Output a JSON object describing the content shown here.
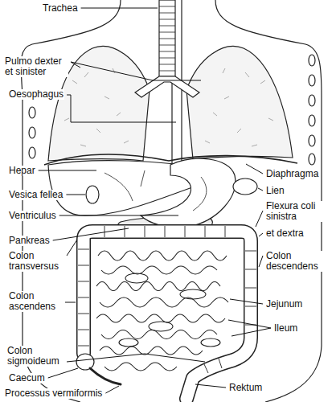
{
  "diagram": {
    "labels": [
      "Trachea",
      "Pulmo dexter et sinister",
      "Oesophagus",
      "Hepar",
      "Vesica fellea",
      "Ventriculus",
      "Pankreas",
      "Colon transversus",
      "Colon ascendens",
      "Colon sigmoideum",
      "Caecum",
      "Processus vermiformis",
      "Diaphragma",
      "Lien",
      "Flexura coli sinistra",
      "et dextra",
      "Colon descendens",
      "Jejunum",
      "Ileum",
      "Rektum"
    ]
  }
}
